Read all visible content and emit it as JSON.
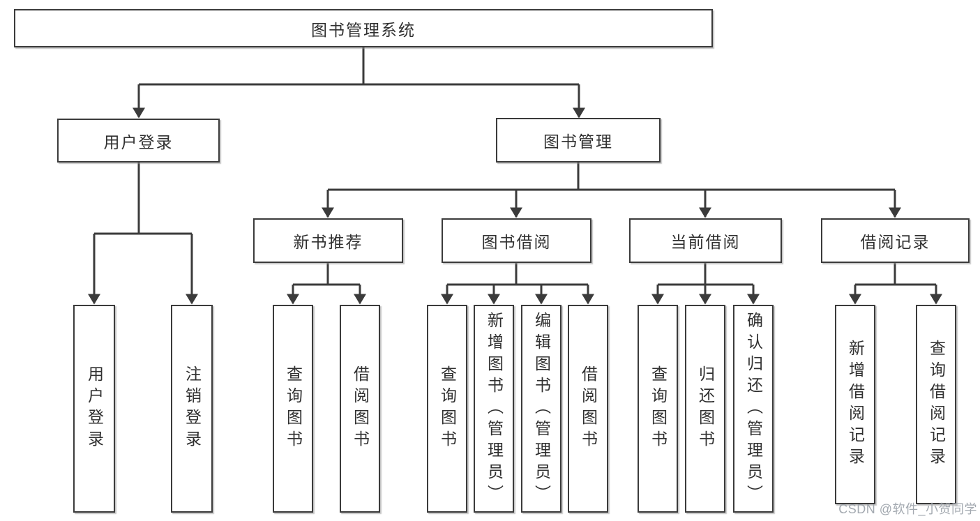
{
  "colors": {
    "line": "#3b3b3b",
    "box_border": "#3b3b3b",
    "box_fill": "#ffffff",
    "text": "#303030",
    "watermark": "#a3a9b0"
  },
  "watermark": "CSDN @软件_小贺同学",
  "tree": {
    "label": "图书管理系统",
    "children": [
      {
        "label": "用户登录",
        "children": [
          {
            "label": "用户登录"
          },
          {
            "label": "注销登录"
          }
        ]
      },
      {
        "label": "图书管理",
        "children": [
          {
            "label": "新书推荐",
            "children": [
              {
                "label": "查询图书"
              },
              {
                "label": "借阅图书"
              }
            ]
          },
          {
            "label": "图书借阅",
            "children": [
              {
                "label": "查询图书"
              },
              {
                "label": "新增图书（管理员）"
              },
              {
                "label": "编辑图书（管理员）"
              },
              {
                "label": "借阅图书"
              }
            ]
          },
          {
            "label": "当前借阅",
            "children": [
              {
                "label": "查询图书"
              },
              {
                "label": "归还图书"
              },
              {
                "label": "确认归还（管理员）"
              }
            ]
          },
          {
            "label": "借阅记录",
            "children": [
              {
                "label": "新增借阅记录"
              },
              {
                "label": "查询借阅记录"
              }
            ]
          }
        ]
      }
    ]
  }
}
